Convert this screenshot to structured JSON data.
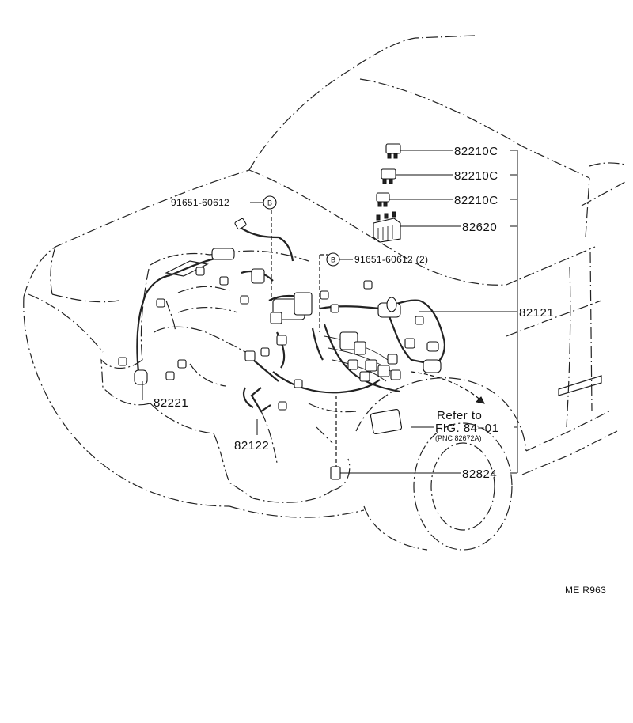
{
  "callouts": {
    "relay_1": "82210C",
    "relay_2": "82210C",
    "relay_3": "82210C",
    "junction_block": "82620",
    "bolt_left_number": "91651-60612",
    "bolt_left_marker": "B",
    "bolt_right_number": "91651-60612 (2)",
    "bolt_right_marker": "B",
    "harness_right": "82121",
    "harness_left": "82221",
    "harness_center": "82122",
    "bracket": "82824"
  },
  "reference": {
    "line1": "Refer to",
    "line2": "FIG. 84−01",
    "line3": "(PNC 82672A)"
  },
  "figure_code": "ME R963"
}
